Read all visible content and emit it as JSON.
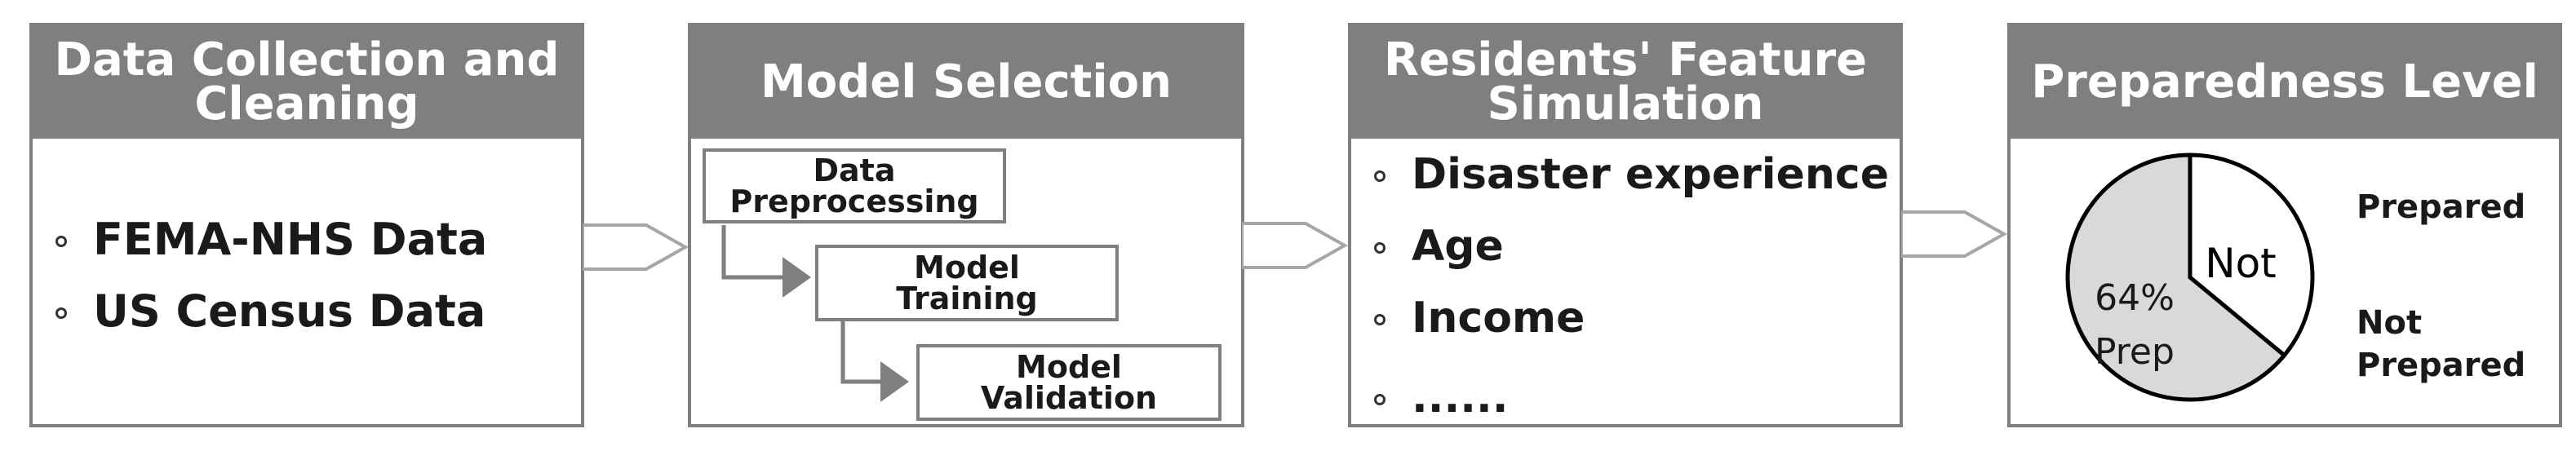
{
  "panels": [
    {
      "title": "Data Collection and Cleaning",
      "bullets": [
        "FEMA-NHS Data",
        "US Census Data"
      ]
    },
    {
      "title": "Model Selection",
      "steps": [
        "Data Preprocessing",
        "Model Training",
        "Model Validation"
      ]
    },
    {
      "title": "Residents' Feature Simulation",
      "bullets": [
        "Disaster experience",
        "Age",
        "Income",
        "......"
      ]
    },
    {
      "title": "Preparedness Level",
      "pie": {
        "slice_prep_label": "64%\nPrep",
        "slice_not_label": "Not",
        "legend": [
          "Prepared",
          "Not Prepared"
        ]
      }
    }
  ],
  "chart_data": {
    "type": "pie",
    "categories": [
      "Prep",
      "Not"
    ],
    "values": [
      64,
      36
    ],
    "colors": [
      "#d9d9d9",
      "#ffffff"
    ]
  }
}
